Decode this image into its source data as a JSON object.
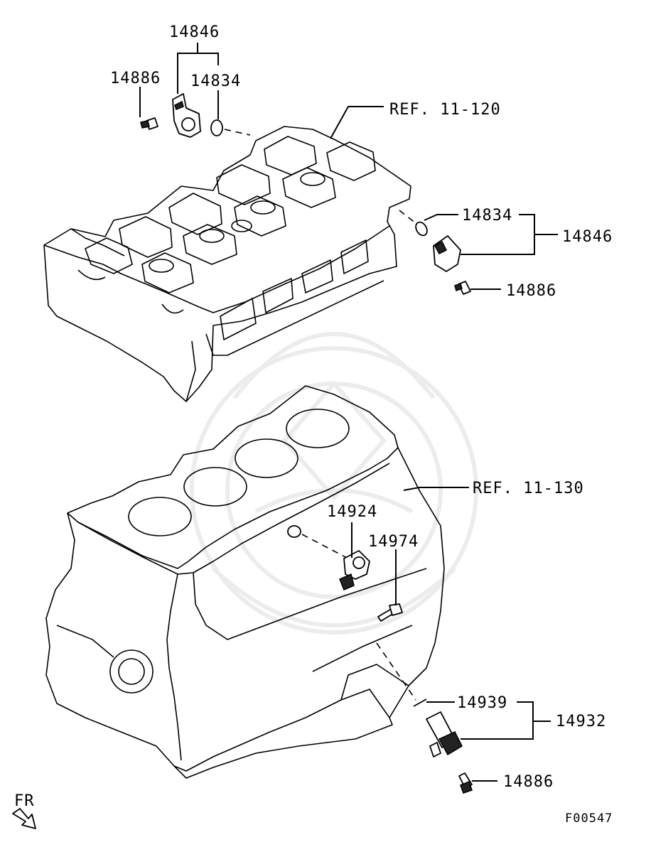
{
  "labels": {
    "top_sensor_assembly": "14846",
    "top_bolt": "14886",
    "top_oring": "14834",
    "ref_head": "REF. 11-120",
    "side_oring": "14834",
    "side_sensor_assembly": "14846",
    "side_bolt": "14886",
    "ref_block": "REF. 11-130",
    "knock_sensor": "14924",
    "knock_bolt": "14974",
    "bottom_oring": "14939",
    "bottom_sensor_assembly": "14932",
    "bottom_bolt": "14886",
    "front_indicator": "FR",
    "figure_code": "F00547"
  },
  "icons": {
    "front_arrow": "outline-arrow-icon",
    "watermark": "emblem-watermark-icon"
  },
  "colors": {
    "line": "#000000",
    "background": "#ffffff",
    "watermark": "#ececec"
  }
}
